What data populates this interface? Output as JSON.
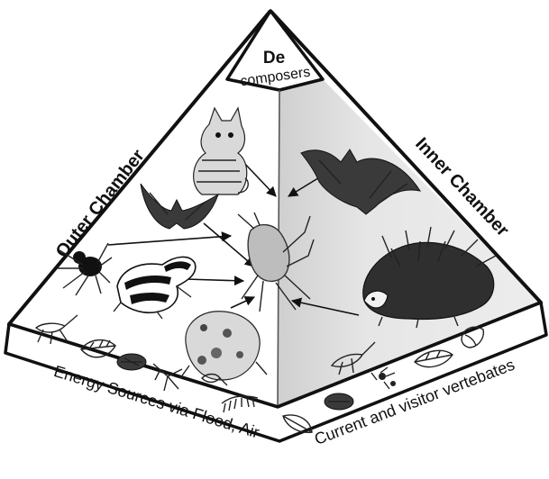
{
  "labels": {
    "decomposers_line1": "De",
    "decomposers_line2": "composers",
    "outer_chamber": "Outer Chamber",
    "inner_chamber": "Inner Chamber",
    "base_left": "Energy Sources via Flood, Air",
    "base_right": "Current and visitor vertebates"
  },
  "icons": {
    "cat": "cat-icon",
    "bat_small": "small-bat-icon",
    "bat_large": "large-bat-icon",
    "spider": "spider-icon",
    "frog": "frog-icon",
    "toad": "toad-icon",
    "cricket": "cave-cricket-icon",
    "porcupine": "porcupine-icon",
    "leaf": "leaf-icon",
    "seed": "seed-icon",
    "insect": "insect-icon",
    "millipede": "millipede-icon",
    "flower": "flower-icon"
  },
  "colors": {
    "outline": "#111111",
    "inner_face": "#e2e2e2",
    "outer_face": "#ffffff"
  }
}
